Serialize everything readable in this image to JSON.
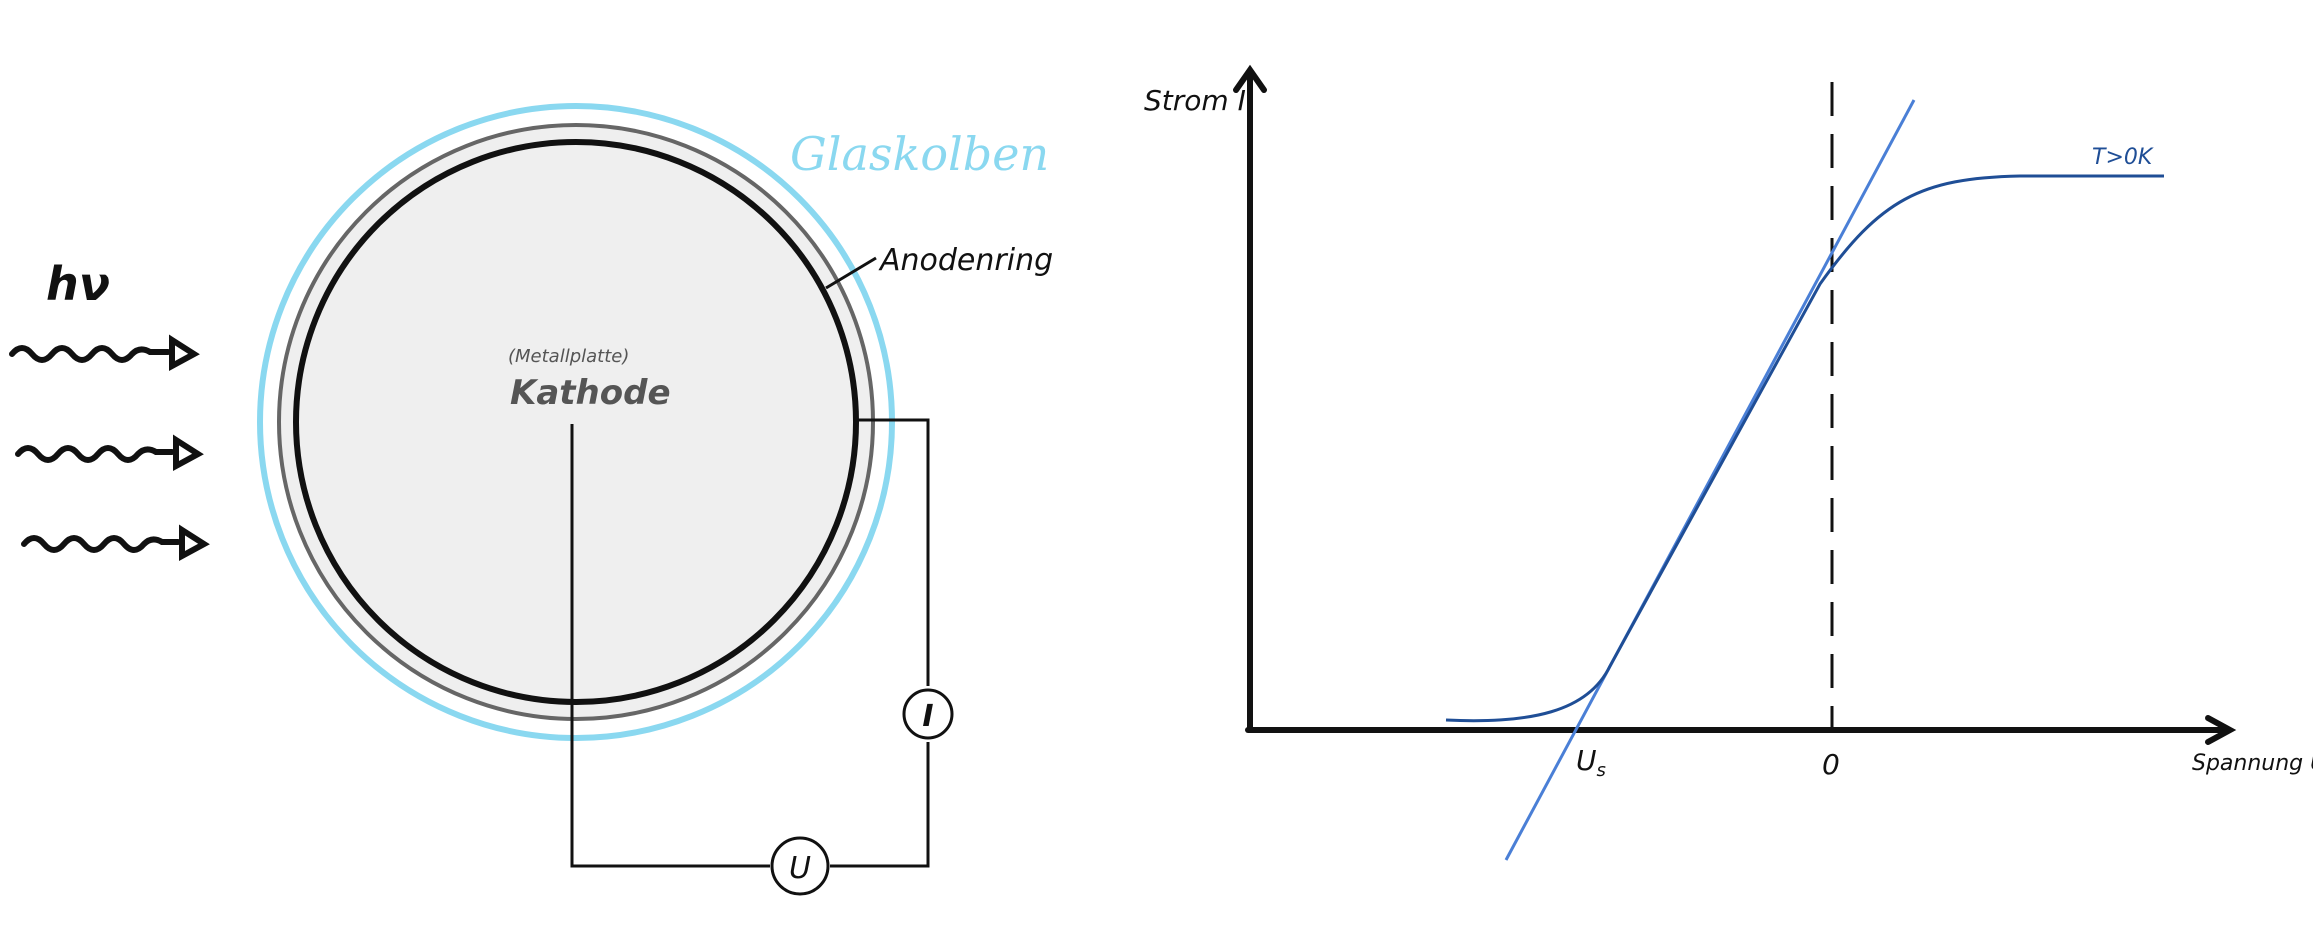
{
  "left_diagram": {
    "photon_label": "hν",
    "bulb_label": "Glaskolben",
    "anode_label": "Anodenring",
    "cathode_sublabel": "(Metallplatte)",
    "cathode_label": "Kathode",
    "ammeter_symbol": "I",
    "voltmeter_symbol": "U",
    "colors": {
      "bulb": "#8ad8f0",
      "anode": "#666666",
      "cathode_fill": "#efefef",
      "ink": "#111111",
      "label_grey": "#555555"
    }
  },
  "right_diagram": {
    "y_axis_label": "Strom I",
    "x_axis_label": "Spannung U",
    "stop_voltage_label": "U",
    "stop_voltage_subscript": "s",
    "zero_label": "0",
    "curve_label": "T>0K",
    "colors": {
      "tangent_line": "#4a7fd6",
      "curve": "#1f4e96",
      "ink": "#111111"
    }
  }
}
